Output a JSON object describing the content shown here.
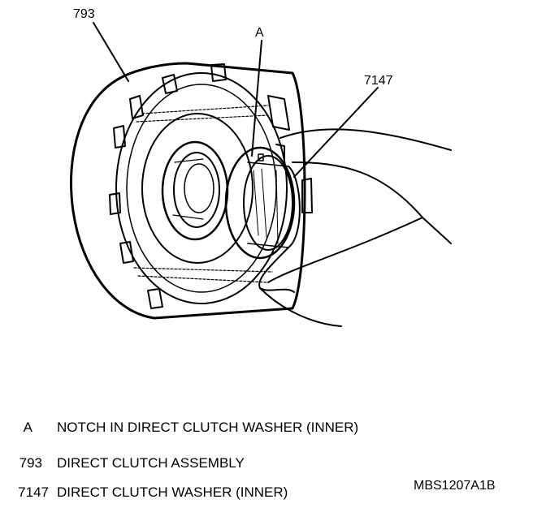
{
  "callouts": {
    "assembly": "793",
    "notch": "A",
    "washer": "7147"
  },
  "legend": [
    {
      "key": "A",
      "text": "NOTCH IN DIRECT CLUTCH WASHER (INNER)"
    },
    {
      "key": "793",
      "text": "DIRECT CLUTCH ASSEMBLY"
    },
    {
      "key": "7147",
      "text": "DIRECT CLUTCH WASHER (INNER)"
    }
  ],
  "reference_code": "MBS1207A1B"
}
